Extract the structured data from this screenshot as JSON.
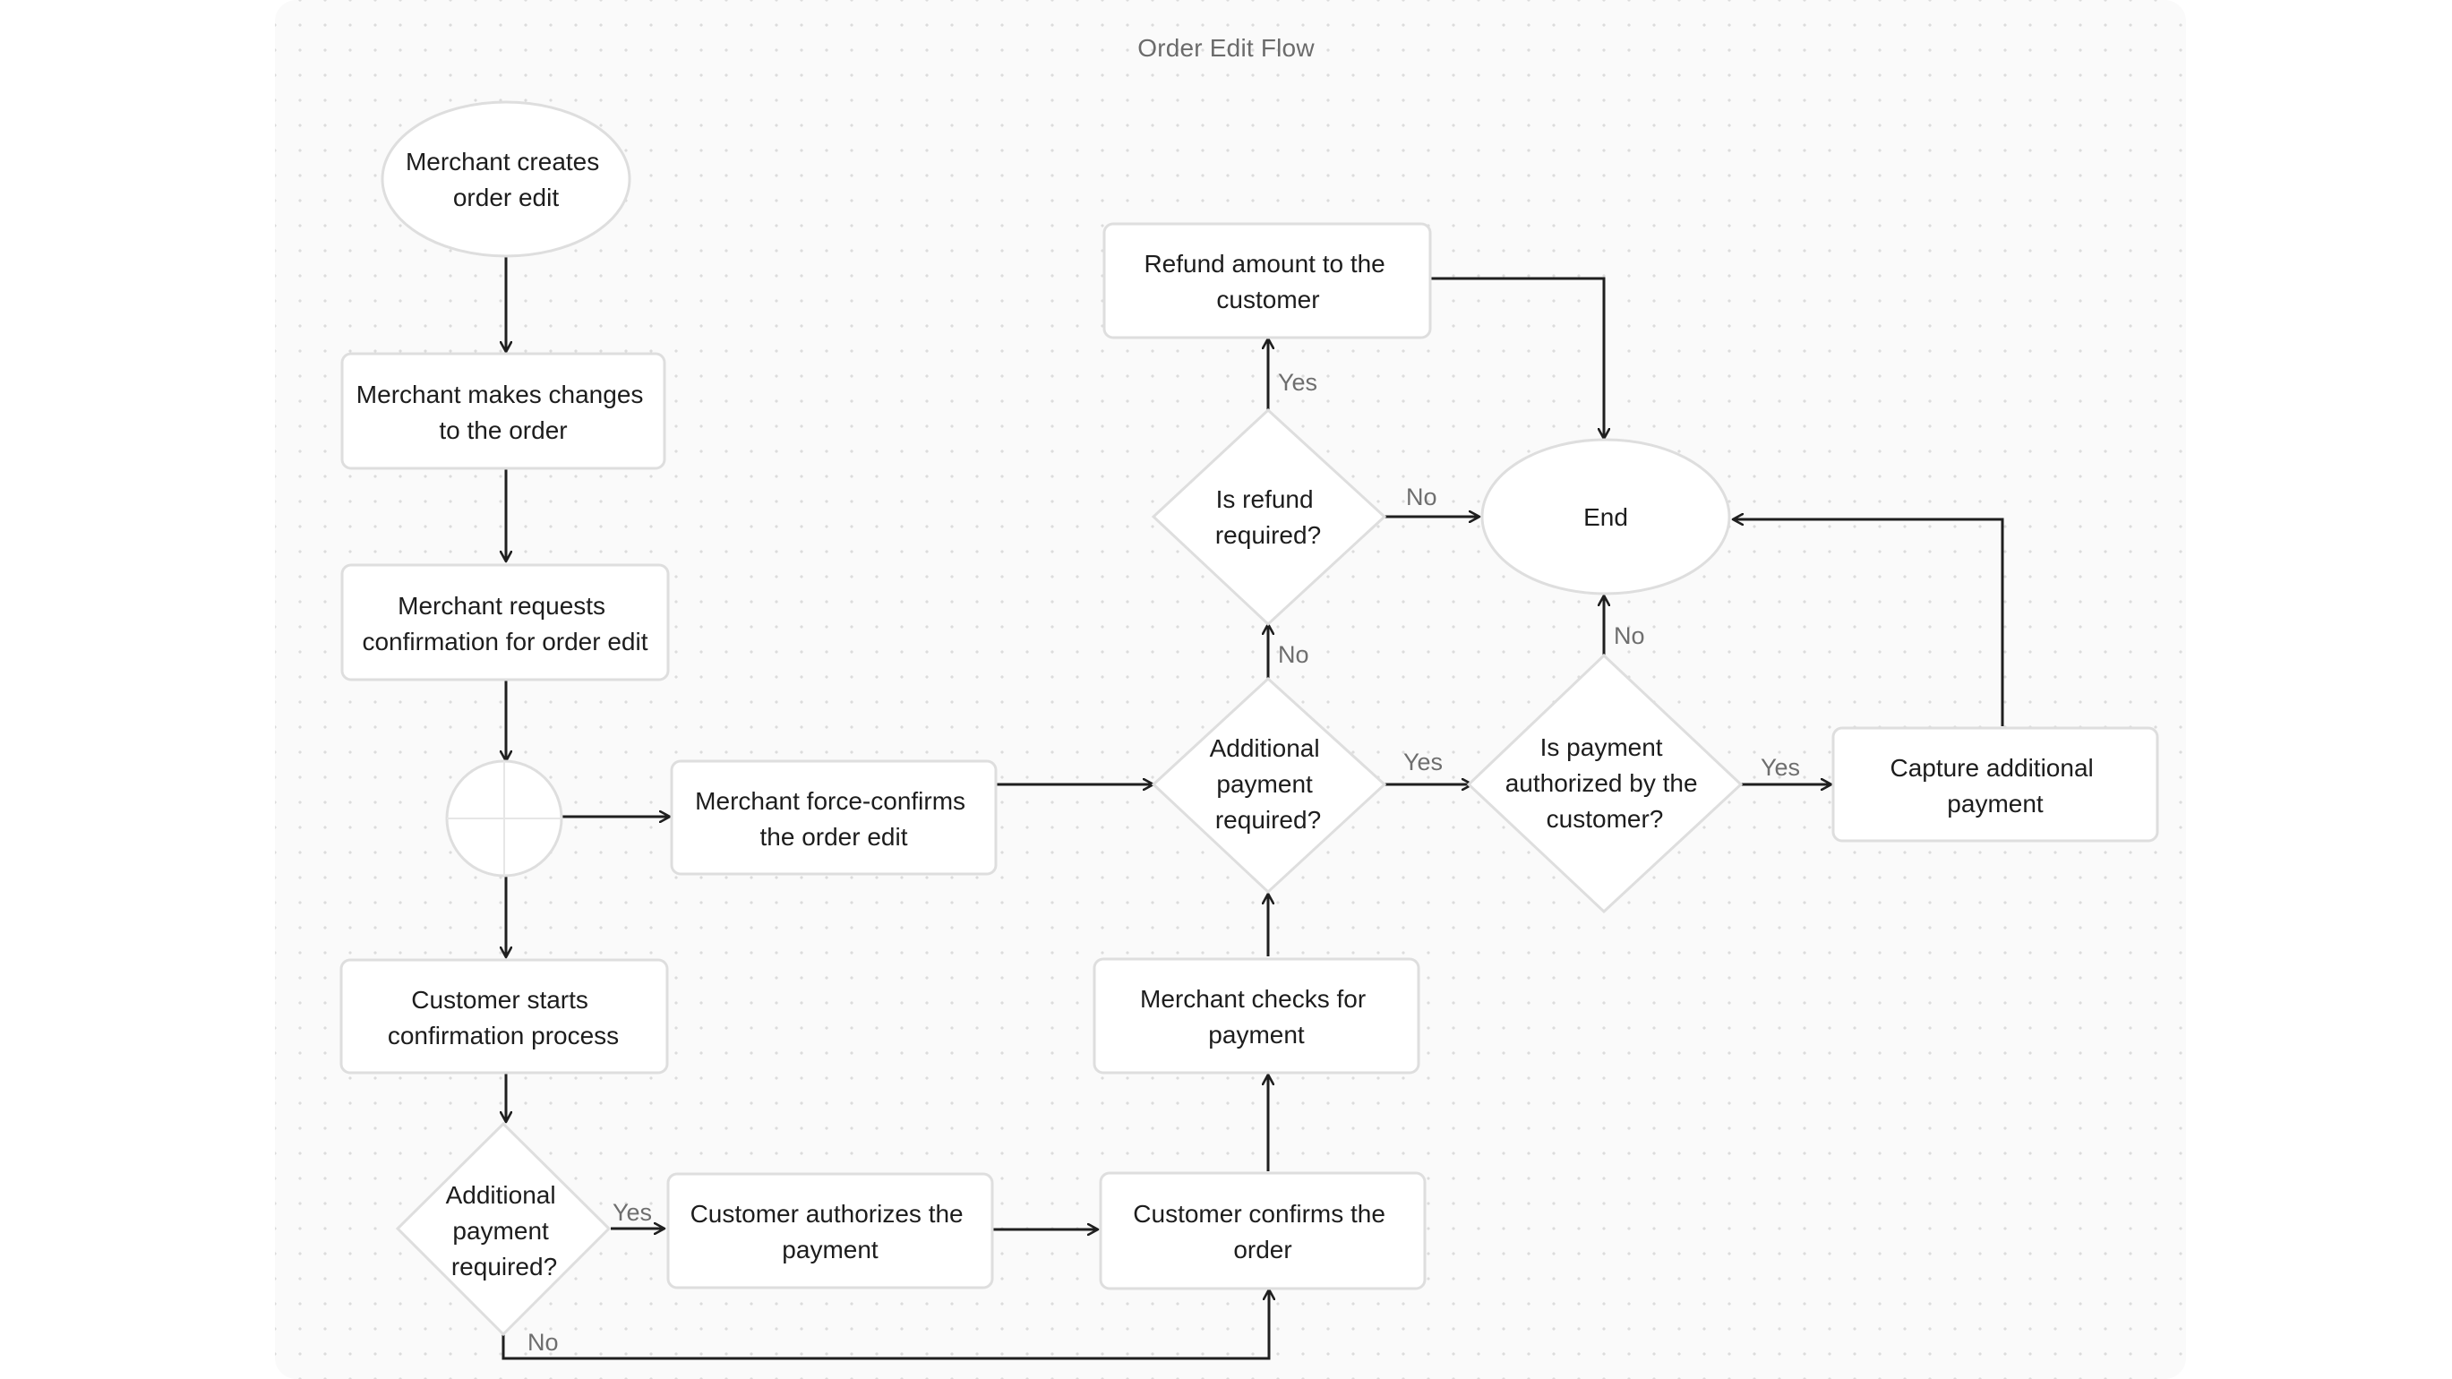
{
  "title": "Order Edit Flow",
  "nodes": {
    "merchant_creates_order_edit": [
      "Merchant creates",
      "order edit"
    ],
    "merchant_makes_changes": [
      "Merchant makes changes",
      "to the order"
    ],
    "merchant_requests_confirmation": [
      "Merchant requests",
      "confirmation for order edit"
    ],
    "merchant_force_confirms": [
      "Merchant force-confirms",
      "the order edit"
    ],
    "customer_starts_confirmation": [
      "Customer starts",
      "confirmation process"
    ],
    "customer_additional_payment_decision": [
      "Additional",
      "payment",
      "required?"
    ],
    "customer_authorizes_payment": [
      "Customer authorizes the",
      "payment"
    ],
    "customer_confirms_order": [
      "Customer confirms the",
      "order"
    ],
    "merchant_checks_payment": [
      "Merchant checks for",
      "payment"
    ],
    "merchant_additional_payment_decision": [
      "Additional",
      "payment",
      "required?"
    ],
    "refund_required_decision": [
      "Is refund",
      "required?"
    ],
    "refund_amount": [
      "Refund amount to the",
      "customer"
    ],
    "end": [
      "End"
    ],
    "payment_authorized_decision": [
      "Is payment",
      "authorized by the",
      "customer?"
    ],
    "capture_additional_payment": [
      "Capture additional",
      "payment"
    ]
  },
  "edge_labels": {
    "customer_payment_yes": "Yes",
    "customer_payment_no": "No",
    "merchant_payment_yes": "Yes",
    "merchant_payment_no": "No",
    "refund_yes": "Yes",
    "refund_no": "No",
    "authorized_yes": "Yes",
    "authorized_no": "No"
  }
}
